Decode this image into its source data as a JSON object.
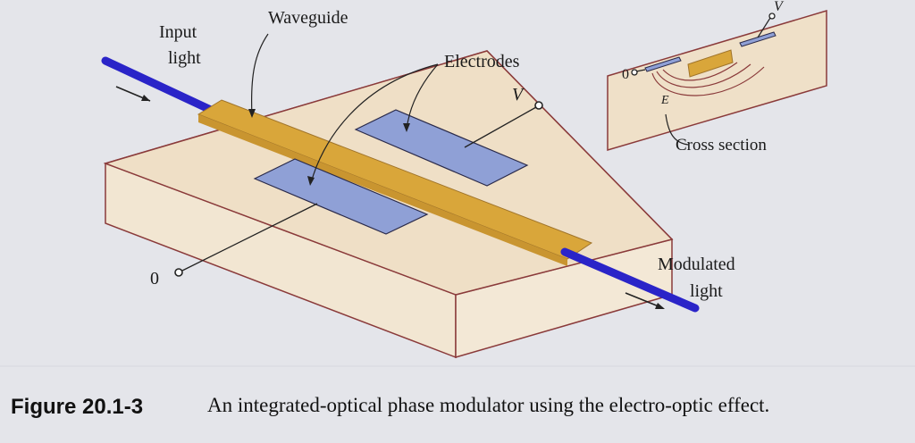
{
  "labels": {
    "input_light_line1": "Input",
    "input_light_line2": "light",
    "waveguide": "Waveguide",
    "electrodes": "Electrodes",
    "voltage_main": "V",
    "ground_main": "0",
    "modulated_line1": "Modulated",
    "modulated_line2": "light",
    "cross_section": "Cross section",
    "inset_voltage": "V",
    "inset_ground": "0",
    "field": "E"
  },
  "caption": {
    "figure_number": "Figure 20.1-3",
    "text": "An integrated-optical phase modulator using the electro-optic effect."
  },
  "colors": {
    "background": "#e4e5ea",
    "substrate_top": "#efe0c8",
    "substrate_side": "#f0e3cc",
    "substrate_edge": "#8a3a3a",
    "waveguide": "#d9a63a",
    "electrode": "#8fa0d6",
    "beam": "#2a24c8"
  }
}
